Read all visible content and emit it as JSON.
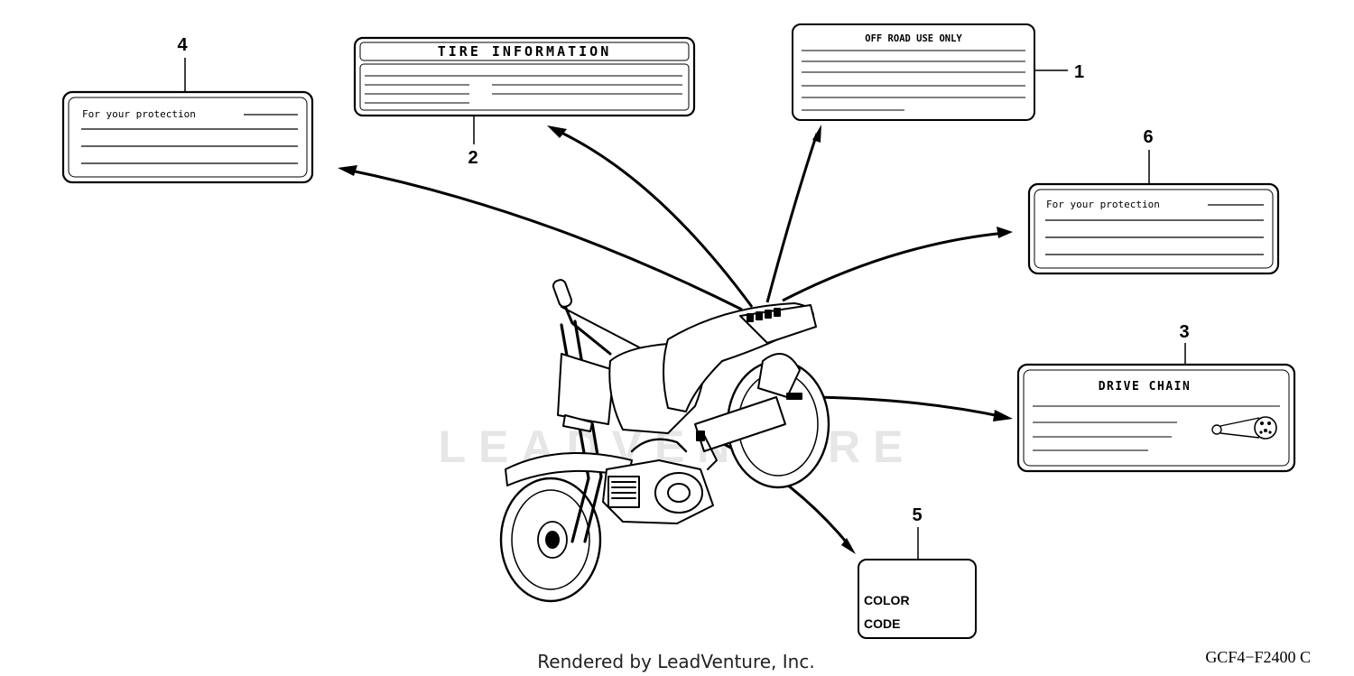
{
  "colors": {
    "ink": "#000000",
    "watermark": "#e6e6e6",
    "paper": "#ffffff"
  },
  "watermark": {
    "text": "LEADVENTURE"
  },
  "callouts": [
    {
      "number": "1",
      "label_title": "OFF ROAD USE ONLY"
    },
    {
      "number": "2",
      "label_title": "TIRE INFORMATION"
    },
    {
      "number": "3",
      "label_title": "DRIVE CHAIN"
    },
    {
      "number": "4",
      "label_title": "For your protection"
    },
    {
      "number": "5",
      "label_line1": "COLOR",
      "label_line2": "CODE"
    },
    {
      "number": "6",
      "label_title": "For your protection"
    }
  ],
  "footer": {
    "credit": "Rendered by LeadVenture, Inc.",
    "diagram_code": "GCF4−F2400 C"
  }
}
